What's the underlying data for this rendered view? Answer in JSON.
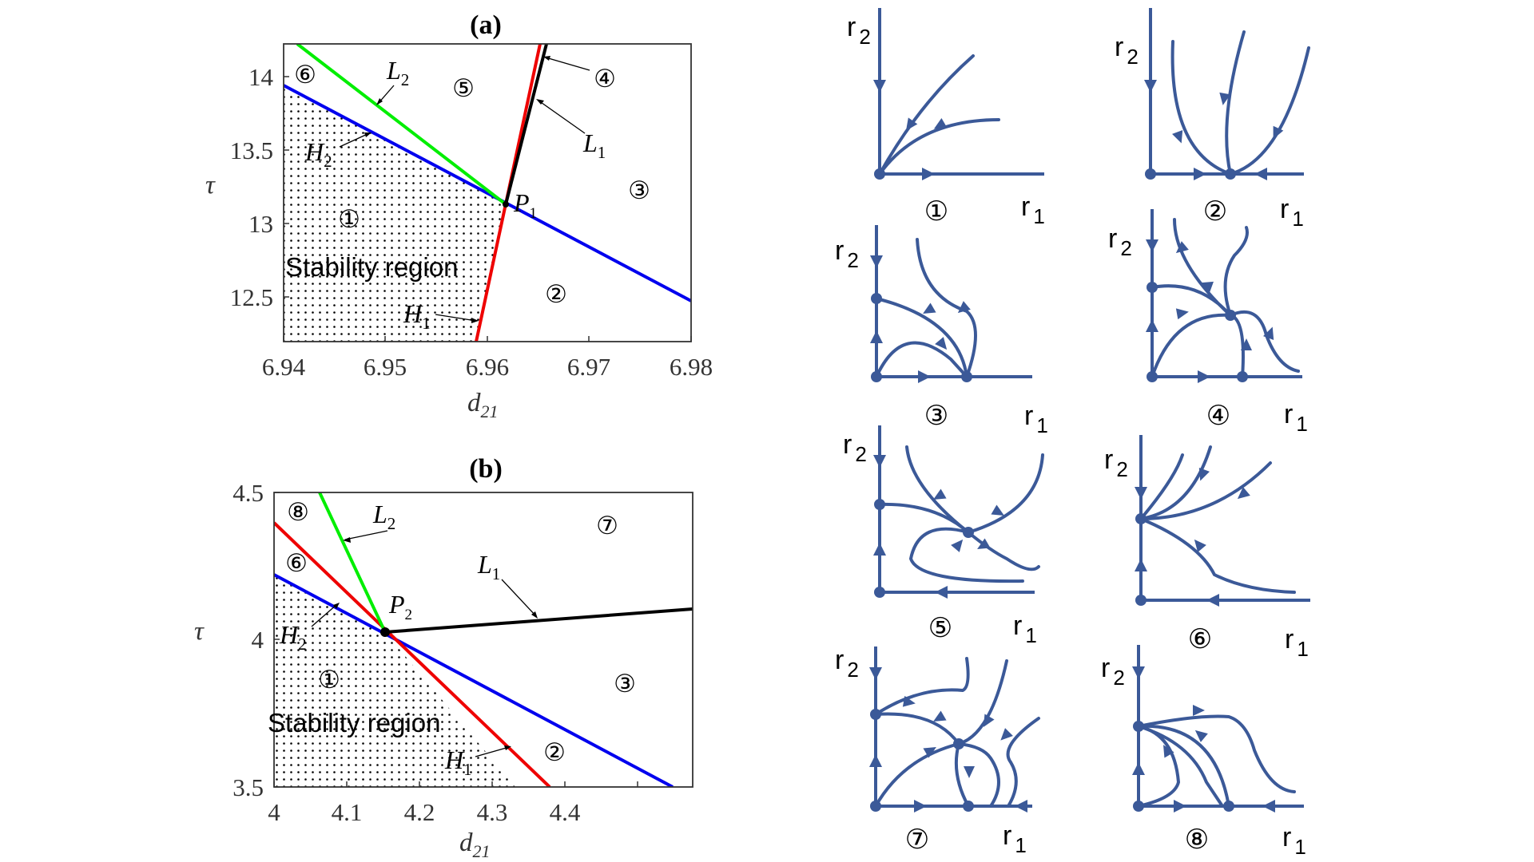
{
  "panel_a": {
    "title": "(a)",
    "xlabel": "d",
    "xlabel_sub": "21",
    "ylabel": "τ",
    "xticks": [
      "6.94",
      "6.95",
      "6.96",
      "6.97",
      "6.98"
    ],
    "yticks": [
      "12.5",
      "13",
      "13.5",
      "14"
    ],
    "regions": [
      "⑥",
      "⑤",
      "④",
      "③",
      "①",
      "②"
    ],
    "stability_label": "Stability region",
    "labels": {
      "L2": "L",
      "L2_sub": "2",
      "L1": "L",
      "L1_sub": "1",
      "H2": "H",
      "H2_sub": "2",
      "H1": "H",
      "H1_sub": "1",
      "P": "P",
      "P_sub": "1"
    }
  },
  "panel_b": {
    "title": "(b)",
    "xlabel": "d",
    "xlabel_sub": "21",
    "ylabel": "τ",
    "xticks": [
      "4",
      "4.1",
      "4.2",
      "4.3",
      "4.4"
    ],
    "yticks": [
      "3.5",
      "4",
      "4.5"
    ],
    "regions": [
      "⑧",
      "⑦",
      "⑥",
      "①",
      "③",
      "②"
    ],
    "stability_label": "Stability region",
    "labels": {
      "L2": "L",
      "L2_sub": "2",
      "L1": "L",
      "L1_sub": "1",
      "H2": "H",
      "H2_sub": "2",
      "H1": "H",
      "H1_sub": "1",
      "P": "P",
      "P_sub": "2"
    }
  },
  "phase_portraits": {
    "y_axis": "r",
    "y_sub": "2",
    "x_axis": "r",
    "x_sub": "1",
    "numbers": [
      "①",
      "②",
      "③",
      "④",
      "⑤",
      "⑥",
      "⑦",
      "⑧"
    ]
  },
  "colors": {
    "H2": "#0000ee",
    "H1": "#ee0000",
    "L2": "#00ee00",
    "L1": "#000000",
    "trajectory": "#3b5998"
  }
}
